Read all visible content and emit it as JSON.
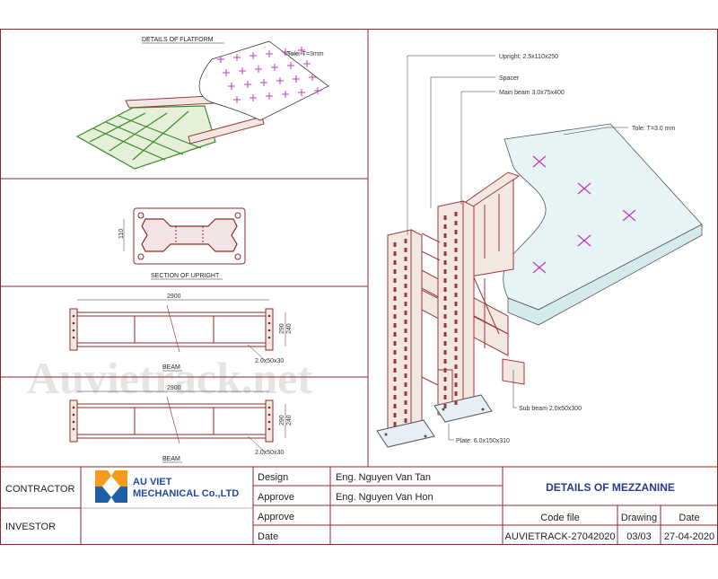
{
  "watermark": "Auvietrack.net",
  "views": {
    "platform": {
      "caption": "DETAILS OF FLATFORM",
      "tole": "Tole: T=3mm"
    },
    "upright_section": {
      "caption": "SECTION OF UPRIGHT",
      "dim": "110"
    },
    "beam1": {
      "caption": "BEAM",
      "length": "2900",
      "height": "290",
      "inner": "240",
      "sub": "2.0x50x30"
    },
    "beam2": {
      "caption": "BEAM",
      "length": "2900",
      "height": "290",
      "inner": "240",
      "sub": "2.0x50x30"
    }
  },
  "iso": {
    "upright": "Upright: 2.5x110x250",
    "spacer": "Spacer",
    "main_beam": "Main beam 3.0x75x400",
    "tole": "Tole: T=3.0 mm",
    "sub_beam": "Sub beam 2.0x50x300",
    "plate": "Plate: 6.0x150x310"
  },
  "title_block": {
    "contractor": "CONTRACTOR",
    "investor": "INVESTOR",
    "company_line1": "AU VIET",
    "company_line2": "MECHANICAL Co.,LTD",
    "design_label": "Design",
    "design_value": "Eng. Nguyen Van Tan",
    "approve_label": "Approve",
    "approve_value": "Eng. Nguyen Van Hon",
    "approve2_label": "Approve",
    "date_label": "Date",
    "drawing_title": "DETAILS OF MEZZANINE",
    "code_file_label": "Code file",
    "drawing_label": "Drawing",
    "date_col_label": "Date",
    "code_file_value": "AUVIETRACK-27042020",
    "drawing_value": "03/03",
    "date_value": "27-04-2020"
  },
  "colors": {
    "frame": "#8b2b2b",
    "structure": "#9b3a3a",
    "green": "#3c8a2e",
    "magenta": "#c13cc1",
    "iso_fill": "#e7f4f5",
    "logo_orange": "#f39a1f",
    "logo_blue": "#1f5fa8"
  }
}
